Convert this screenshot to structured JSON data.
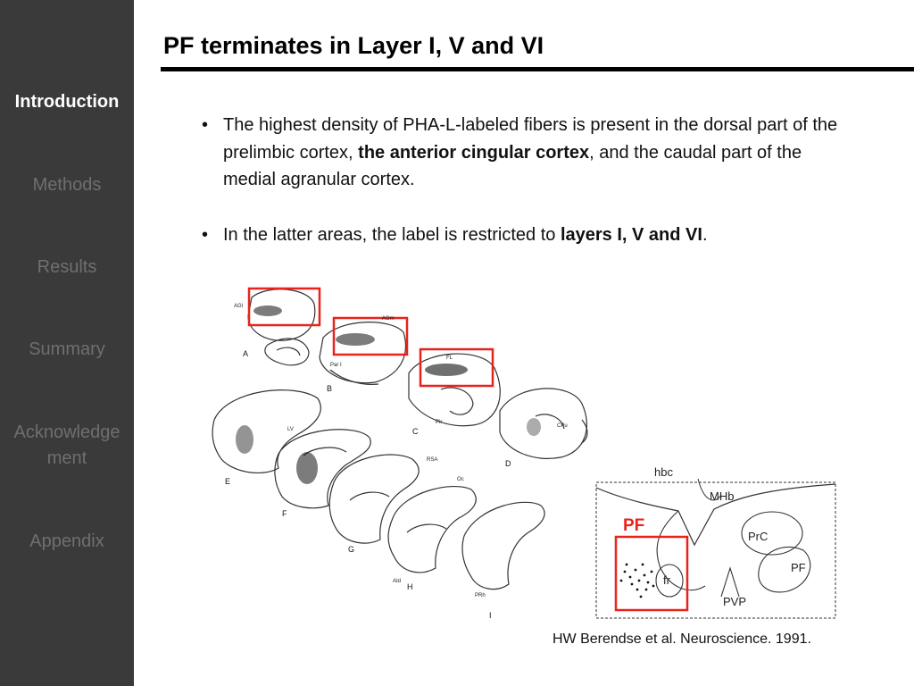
{
  "sidebar": {
    "items": [
      {
        "label": "Introduction",
        "active": true
      },
      {
        "label": "Methods",
        "active": false
      },
      {
        "label": "Results",
        "active": false
      },
      {
        "label": "Summary",
        "active": false
      },
      {
        "label": "Acknowledge ment",
        "active": false
      },
      {
        "label": "Appendix",
        "active": false
      }
    ]
  },
  "slide": {
    "title": "PF terminates in Layer I, V and VI",
    "bullets": [
      {
        "pre": "The highest density of PHA-L-labeled fibers is present in the dorsal part of the prelimbic cortex, ",
        "bold": "the anterior cingular cortex",
        "post": ", and the caudal part of the medial agranular cortex."
      },
      {
        "pre": "In the latter areas, the label is restricted to ",
        "bold": "layers I, V and VI",
        "post": "."
      }
    ],
    "bullet_char": "•"
  },
  "figure": {
    "section_letters": [
      "A",
      "B",
      "C",
      "D",
      "E",
      "F",
      "G",
      "H",
      "I"
    ],
    "region_labels": [
      "AGl",
      "AGm",
      "Par I",
      "FL",
      "Pir",
      "CPu",
      "LV",
      "RSA",
      "Oc",
      "AId",
      "PRh"
    ],
    "inset_labels": [
      "hbc",
      "MHb",
      "PrC",
      "PF",
      "fr",
      "PVP"
    ],
    "pf_label": "PF",
    "highlight_color": "#e8231c"
  },
  "citation": "HW Berendse et al. Neuroscience. 1991."
}
